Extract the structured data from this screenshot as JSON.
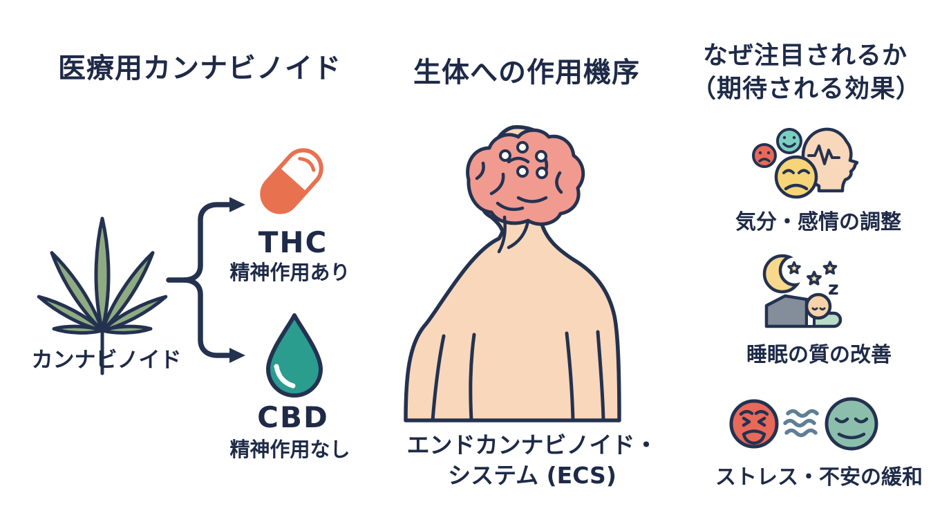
{
  "palette": {
    "text_navy": "#1e2a47",
    "outline_navy": "#243250",
    "leaf_green": "#8fab81",
    "capsule_orange": "#e8714f",
    "droplet_teal": "#2a9d8f",
    "skin": "#f8d7ba",
    "brain_pink": "#f09a90",
    "sad_red": "#e8695a",
    "happy_teal": "#7ccfc0",
    "down_yellow": "#f6d478",
    "moon_yellow": "#f7d88c",
    "blanket_gray": "#848e9b",
    "pillow_mint": "#b9dcc9",
    "calm_green": "#8cbfab",
    "wave_blue": "#5e7f95"
  },
  "cannabinoids": {
    "title": "医療用カンナビノイド",
    "source_label": "カンナビノイド",
    "thc": {
      "name": "THC",
      "note": "精神作用あり"
    },
    "cbd": {
      "name": "CBD",
      "note": "精神作用なし"
    }
  },
  "mechanism": {
    "title": "生体への作用機序",
    "caption_line1": "エンドカンナビノイド・",
    "caption_line2": "システム (ECS)"
  },
  "benefits": {
    "title_line1": "なぜ注目されるか",
    "title_line2": "（期待される効果）",
    "items": [
      {
        "label": "気分・感情の調整"
      },
      {
        "label": "睡眠の質の改善"
      },
      {
        "label": "ストレス・不安の緩和"
      }
    ],
    "sleep_z": "z"
  }
}
